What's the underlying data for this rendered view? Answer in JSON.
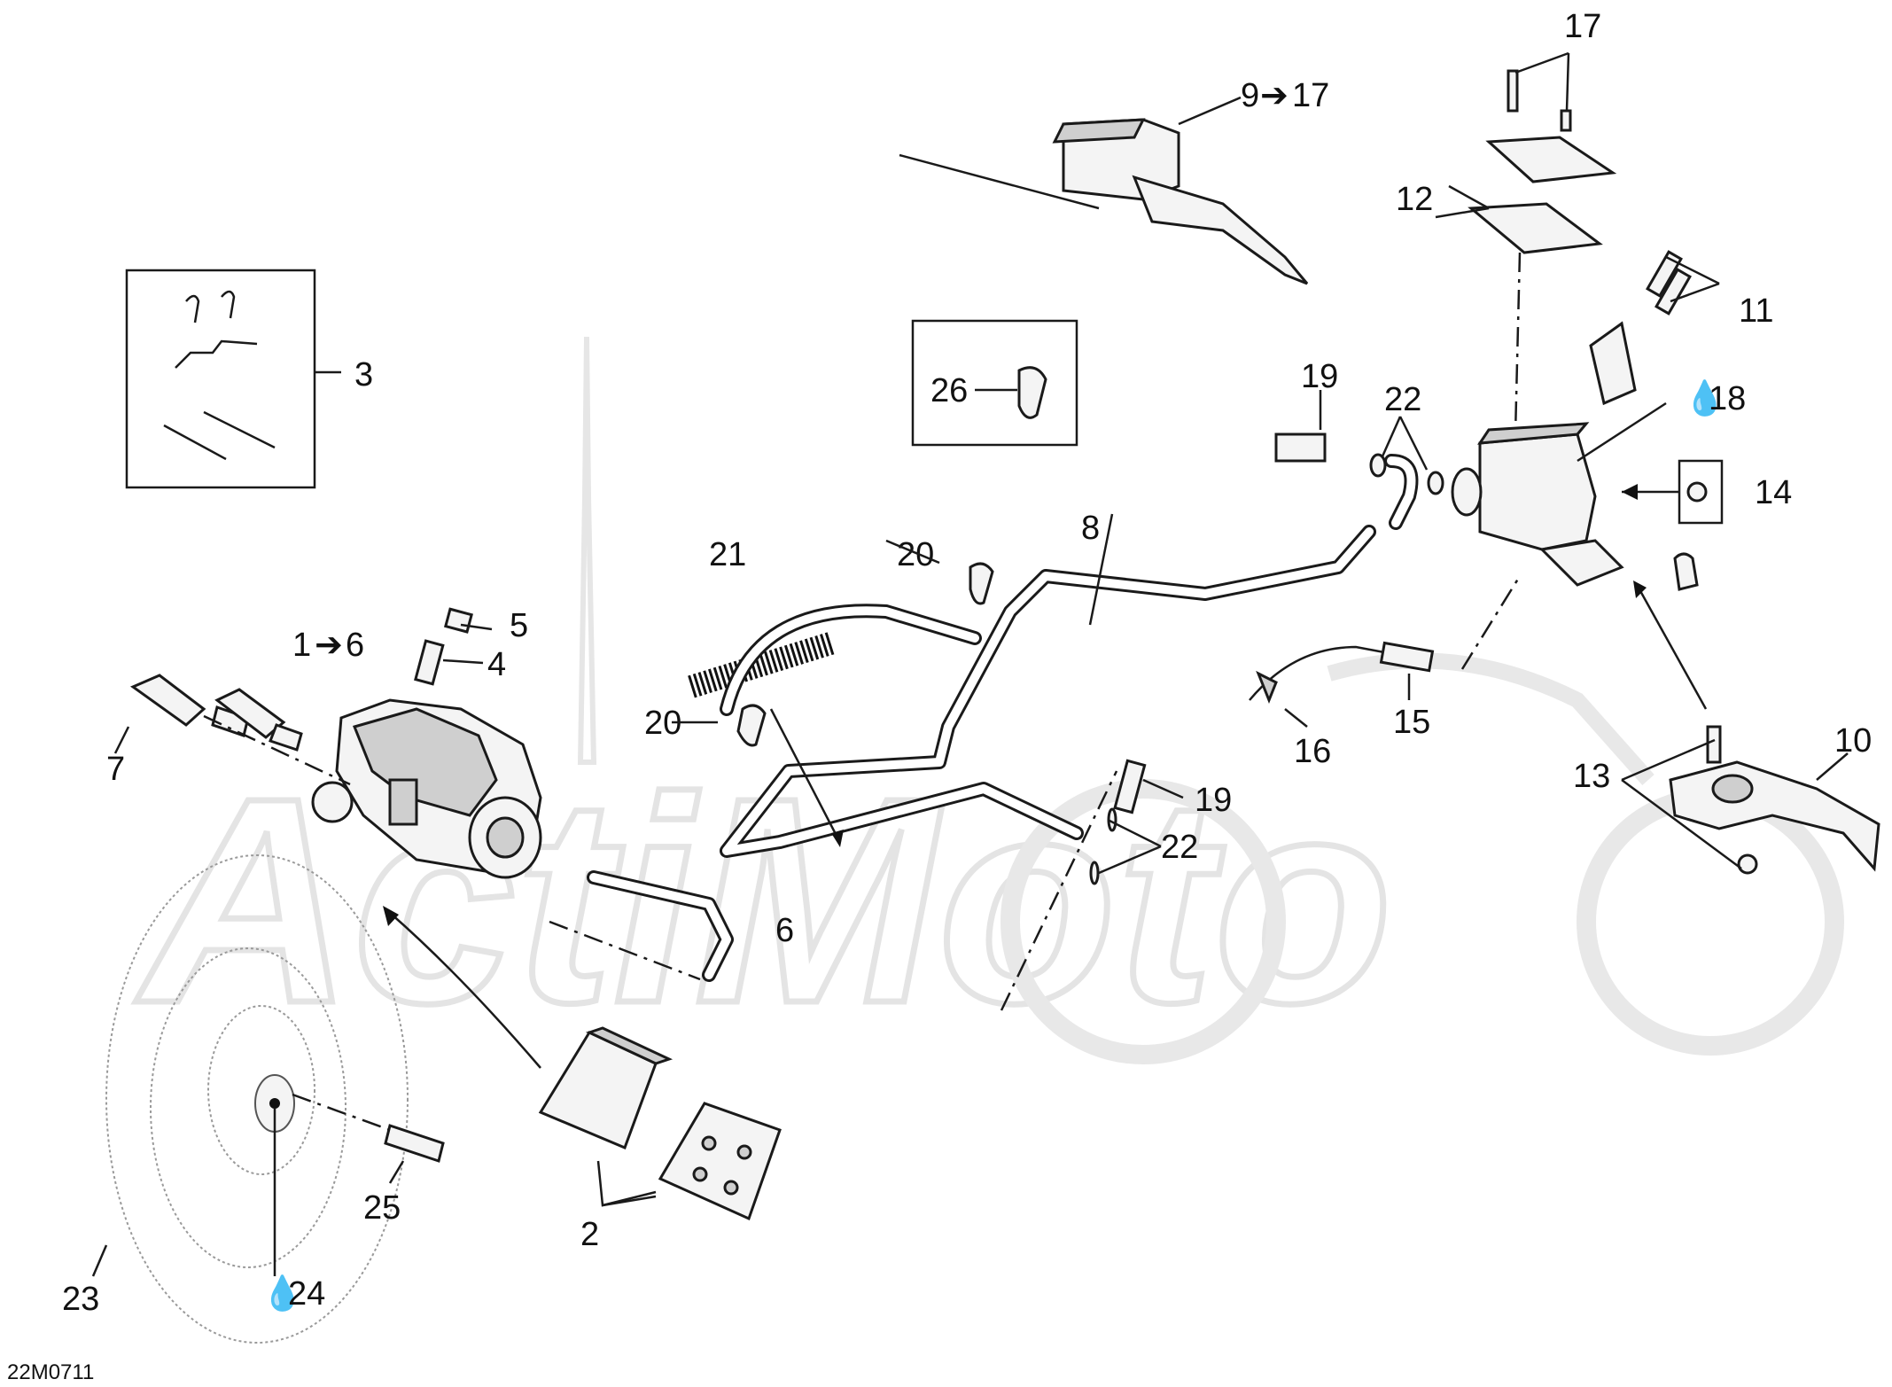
{
  "diagram_code": "22M0711",
  "watermark": "ActiMoto",
  "callouts": {
    "c1": "1",
    "c1_range": "6",
    "c2": "2",
    "c3": "3",
    "c4": "4",
    "c5": "5",
    "c6": "6",
    "c7": "7",
    "c8": "8",
    "c9": "9",
    "c9_range": "17",
    "c10": "10",
    "c11": "11",
    "c12": "12",
    "c13": "13",
    "c14": "14",
    "c15": "15",
    "c16": "16",
    "c17": "17",
    "c18": "18",
    "c19a": "19",
    "c19b": "19",
    "c20a": "20",
    "c20b": "20",
    "c21": "21",
    "c22a": "22",
    "c22b": "22",
    "c23": "23",
    "c24": "24",
    "c25": "25",
    "c26": "26"
  },
  "icons": {
    "arrow": "right-arrow-icon",
    "drop": "fluid-drop-icon"
  },
  "colors": {
    "ink": "#1a1a1a",
    "watermark": "#e4e4e4",
    "background": "#ffffff"
  }
}
